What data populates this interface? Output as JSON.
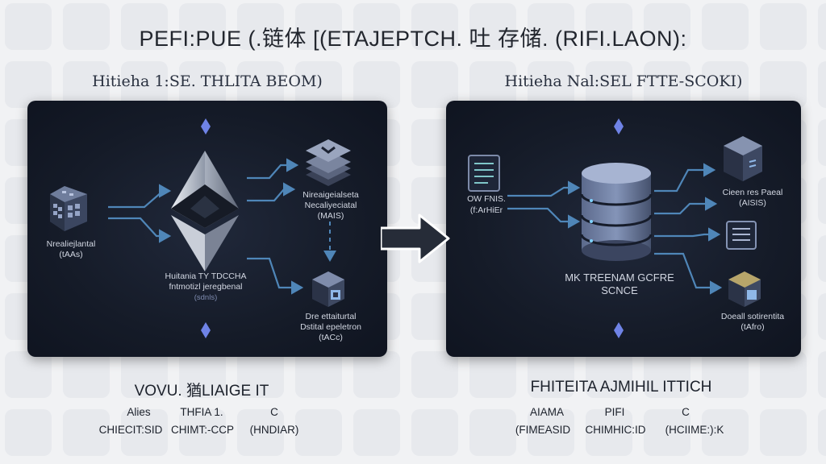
{
  "title": "PEFI:PUE (.链体 [(ETAJEPTCH. 吐 存储. (RIFI.LAON):",
  "left_panel": {
    "heading": "Hitieha 1:SE. THLITA BEOM)",
    "source_label": "Nrealiejlantal",
    "source_sub": "(tAAs)",
    "center_label": "Huitania TY TDCCHA",
    "center_label_2": "fntmotizl jeregbenal",
    "center_sub": "(sdnls)",
    "output_top_label": "Nireaigeialseta",
    "output_top_label_2": "Necaliyeciatal",
    "output_top_sub": "(MAIS)",
    "output_bottom_label": "Dre ettaiturtal",
    "output_bottom_label_2": "Dstital epeletron",
    "output_bottom_sub": "(tACc)"
  },
  "right_panel": {
    "heading": "Hitieha Nal:SEL FTTE-SCOKI)",
    "source_label": "OW FNIS.",
    "source_sub": "(f:ArHiEr",
    "center_label": "MK TREENAM GCFRE",
    "center_label_2": "SCNCE",
    "output_top_label": "Cieen res Paeal",
    "output_top_sub": "(AISIS)",
    "output_bottom_label": "Doeall sotirentita",
    "output_bottom_sub": "(tAfro)"
  },
  "left_summary": {
    "title": "VOVU. 猶LIAIGE IT",
    "row1": [
      "Alies",
      "THFIA 1.",
      "C"
    ],
    "row2": [
      "CHIECIT:SID",
      "CHIMT:-CCP",
      "(HNDIAR)"
    ]
  },
  "right_summary": {
    "title": "FHITEITA AJMIHIL ITTICH",
    "row1": [
      "AIAMA",
      "PIFI",
      "C"
    ],
    "row2": [
      "(FIMEASID",
      "CHIMHIC:ID",
      "(HCIIME:):K"
    ]
  },
  "colors": {
    "panel_bg": "#151b28",
    "connector": "#4f86b8",
    "accent_blue": "#6f83e6",
    "page_bg": "#f1f2f4"
  }
}
